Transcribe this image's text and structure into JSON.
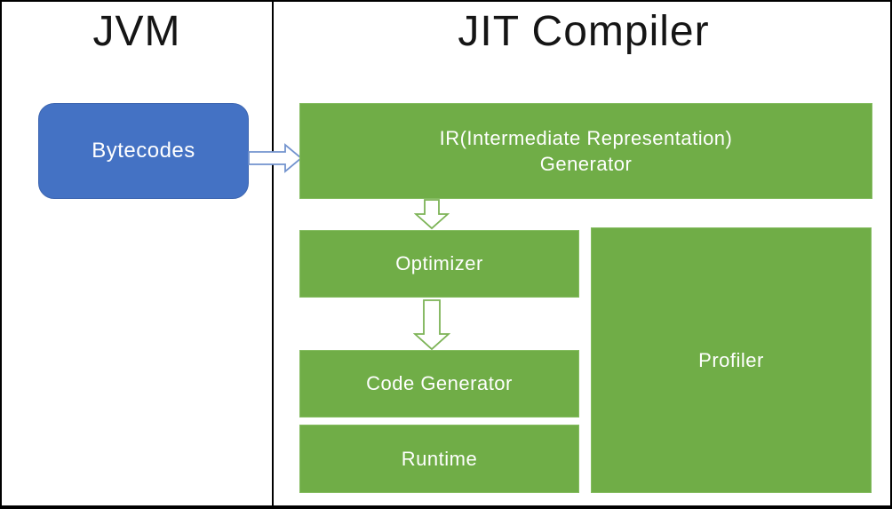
{
  "left_panel": {
    "title": "JVM",
    "bytecodes": {
      "label": "Bytecodes"
    }
  },
  "right_panel": {
    "title": "JIT Compiler",
    "ir_generator": {
      "line1": "IR(Intermediate Representation)",
      "line2": "Generator"
    },
    "optimizer": {
      "label": "Optimizer"
    },
    "code_generator": {
      "label": "Code Generator"
    },
    "runtime": {
      "label": "Runtime"
    },
    "profiler": {
      "label": "Profiler"
    }
  },
  "icons": {
    "bytecodes_to_ir": "right-block-arrow",
    "ir_to_optimizer": "down-block-arrow",
    "optimizer_to_code_generator": "down-block-arrow"
  },
  "colors": {
    "box_green": "#70AD47",
    "box_green_border": "#84BC60",
    "box_blue": "#4472C4",
    "box_blue_border": "#3E66B0",
    "arrow_fill": "#FFFFFF",
    "arrow_outline_blue": "#7293CE",
    "arrow_outline_green": "#7CB356",
    "frame_border": "#000000",
    "title_text": "#151515",
    "box_text": "#FFFFFF"
  }
}
